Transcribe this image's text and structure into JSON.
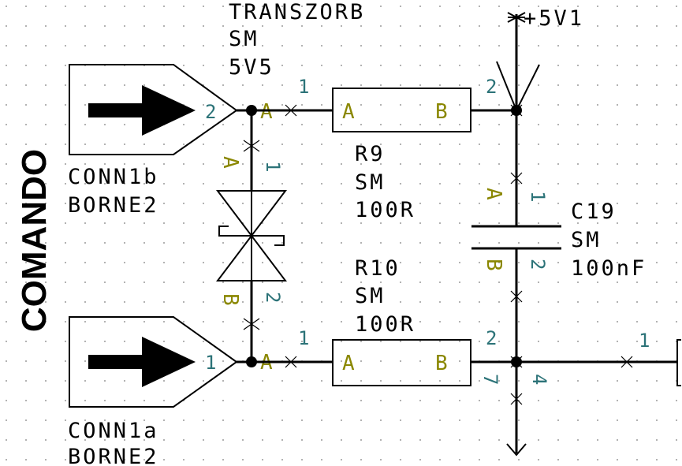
{
  "title": "COMANDO",
  "transzorb": {
    "ref": "TRANSZORB",
    "footprint": "SM",
    "value": "5V5",
    "pin_a_num": "1",
    "pin_b_num": "2",
    "pin_a_name": "A",
    "pin_b_name": "B"
  },
  "power": {
    "label": "+5V1"
  },
  "conn_b": {
    "ref": "CONN1b",
    "value": "BORNE2",
    "pin_num": "2",
    "pin_name": "A"
  },
  "conn_a": {
    "ref": "CONN1a",
    "value": "BORNE2",
    "pin_num": "1",
    "pin_name": "A"
  },
  "r9": {
    "ref": "R9",
    "footprint": "SM",
    "value": "100R",
    "pin_a_num": "1",
    "pin_b_num": "2",
    "pin_a_name": "A",
    "pin_b_name": "B"
  },
  "r10": {
    "ref": "R10",
    "footprint": "SM",
    "value": "100R",
    "pin_a_num": "1",
    "pin_b_num": "2",
    "pin_a_name": "A",
    "pin_b_name": "B"
  },
  "c19": {
    "ref": "C19",
    "footprint": "SM",
    "value": "100nF",
    "pin_a_num": "1",
    "pin_b_num": "2",
    "pin_a_name": "A",
    "pin_b_name": "B"
  },
  "partial": {
    "pin7": "7",
    "pin4": "4",
    "pin1": "1"
  },
  "icons": {
    "arrow": "right-arrow-icon"
  }
}
